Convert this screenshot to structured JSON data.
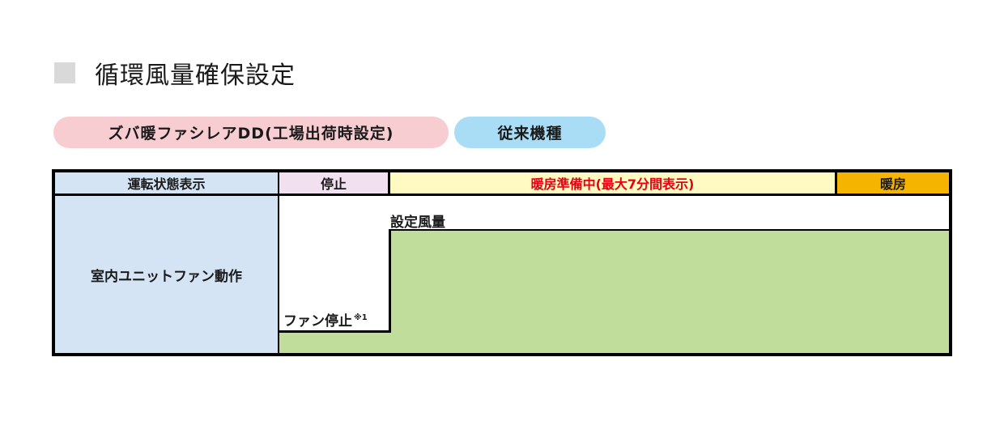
{
  "title": {
    "text": "循環風量確保設定",
    "marker_icon": "gray-square"
  },
  "pills": [
    {
      "label": "ズバ暖ファシレアDD(工場出荷時設定)",
      "color": "#f8cdd1"
    },
    {
      "label": "従来機種",
      "color": "#a9ddf6"
    }
  ],
  "table": {
    "header": {
      "label": "運転状態表示",
      "phases": [
        {
          "label": "停止",
          "color": "#f1e0ef",
          "text_color": "#1a1a1a"
        },
        {
          "label": "暖房準備中(最大7分間表示)",
          "color": "#fff9c2",
          "text_color": "#e60012"
        },
        {
          "label": "暖房",
          "color": "#f5b400",
          "text_color": "#1a1a1a"
        }
      ]
    },
    "row": {
      "label": "室内ユニットファン動作",
      "fan_setting_label": "設定風量",
      "fan_stop_label": "ファン停止",
      "fan_stop_note": "※1",
      "fill_color": "#c1dd9c"
    }
  }
}
